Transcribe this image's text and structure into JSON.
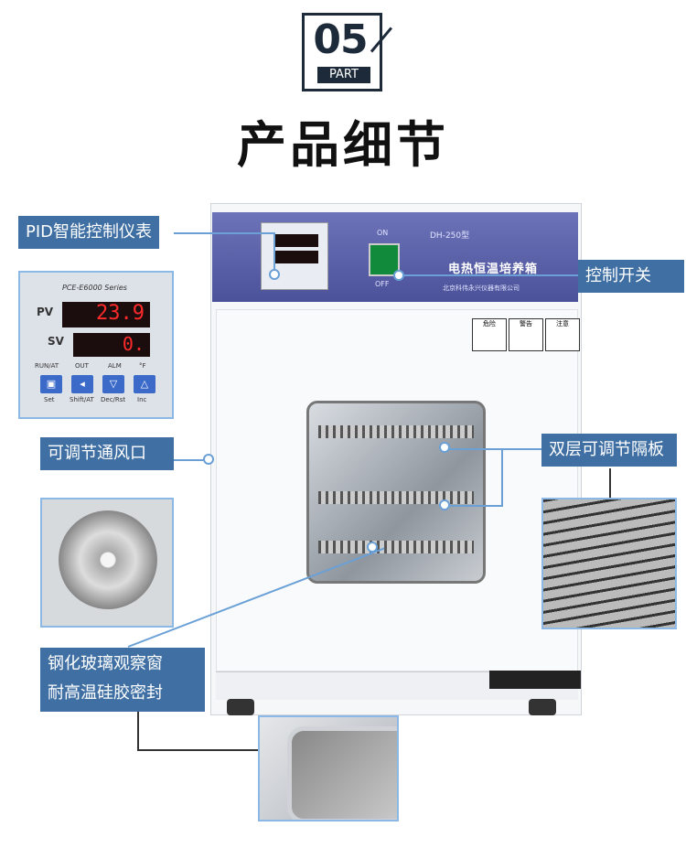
{
  "header": {
    "part_number": "05",
    "part_label": "PART",
    "title": "产品细节"
  },
  "callouts": {
    "pid_controller": "PID智能控制仪表",
    "power_switch": "控制开关",
    "vent": "可调节通风口",
    "shelves": "双层可调节隔板",
    "window_line1": "钢化玻璃观察窗",
    "window_line2": "耐高温硅胶密封"
  },
  "machine": {
    "model": "DH-250型",
    "name": "电热恒温培养箱",
    "company": "北京科伟永兴仪器有限公司",
    "switch_on": "ON",
    "switch_off": "OFF",
    "warnings": [
      "危险",
      "警告",
      "注意"
    ]
  },
  "controller_detail": {
    "series": "PCE-E6000 Series",
    "pv_label": "PV",
    "pv_value": "23.9",
    "sv_label": "SV",
    "sv_value": "0.",
    "status": [
      "RUN/AT",
      "OUT",
      "ALM",
      "°F"
    ],
    "keys": [
      "Set",
      "Shift/AT",
      "Dec/Rst",
      "Inc"
    ]
  },
  "colors": {
    "label_bg": "#3f6fa3",
    "line": "#6aa0d6",
    "panel": "#5a60a8",
    "switch": "#118a3c"
  }
}
